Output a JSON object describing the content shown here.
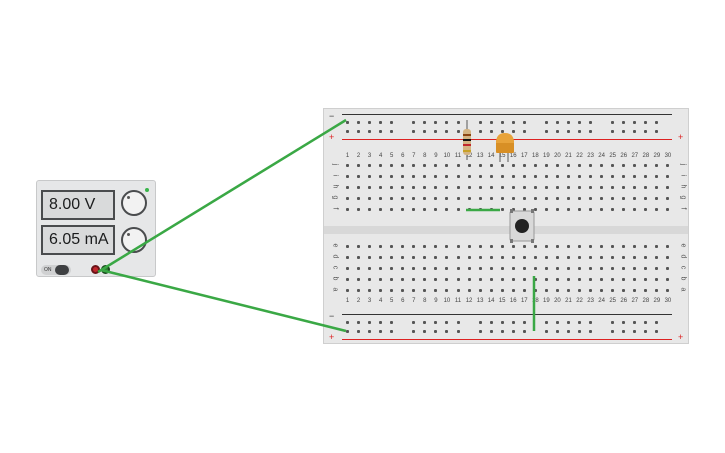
{
  "power_supply": {
    "voltage_display": "8.00 V",
    "current_display": "6.05 mA",
    "voltage_knob": "voltage-knob",
    "current_knob": "current-knob",
    "on_label": "ON",
    "led_color": "#39b54a",
    "neg_terminal_color": "#c1272d",
    "pos_terminal_color": "#2e7d32"
  },
  "breadboard": {
    "rail_minus_label": "−",
    "rail_plus_label": "+",
    "column_numbers": [
      "1",
      "2",
      "3",
      "4",
      "5",
      "6",
      "7",
      "8",
      "9",
      "10",
      "11",
      "12",
      "13",
      "14",
      "15",
      "16",
      "17",
      "18",
      "19",
      "20",
      "21",
      "22",
      "23",
      "24",
      "25",
      "26",
      "27",
      "28",
      "29",
      "30"
    ],
    "top_row_letters": [
      "j",
      "i",
      "h",
      "g",
      "f"
    ],
    "bottom_row_letters": [
      "e",
      "d",
      "c",
      "b",
      "a"
    ]
  },
  "components": {
    "resistor": "resistor",
    "led": "led",
    "pushbutton": "pushbutton",
    "wire_color": "#3aa845",
    "led_color": "#e8a33a"
  }
}
